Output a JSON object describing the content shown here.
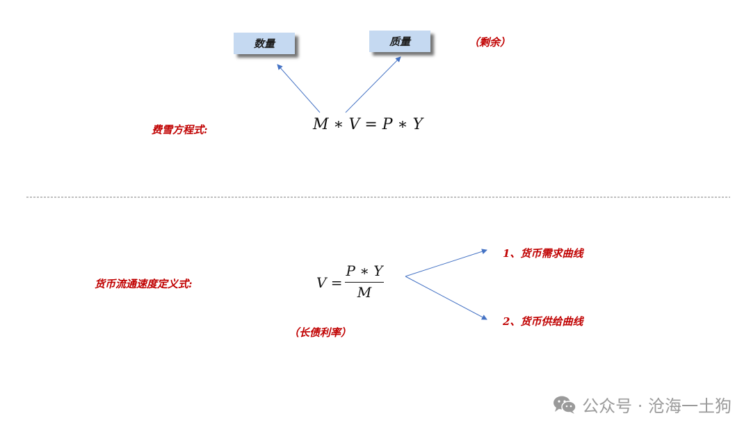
{
  "top": {
    "box_quantity": "数量",
    "box_quality": "质量",
    "surplus_label": "（剩余）",
    "fisher_label": "费雪方程式:",
    "fisher_equation": "M ∗ V = P ∗ Y"
  },
  "bottom": {
    "velocity_label": "货币流通速度定义式:",
    "formula_lhs": "V =",
    "formula_numerator": "P ∗ Y",
    "formula_denominator": "M",
    "long_bond_label": "（长债利率）",
    "curve_1": "1、货币需求曲线",
    "curve_2": "2、货币供给曲线"
  },
  "watermark": {
    "text": "公众号 · 沧海一土狗",
    "icon": "wechat-icon"
  },
  "colors": {
    "box_fill": "#c5d9f1",
    "arrow": "#4472c4",
    "red_text": "#c00000",
    "divider": "#7f7f7f",
    "watermark": "#9a9a9a"
  }
}
